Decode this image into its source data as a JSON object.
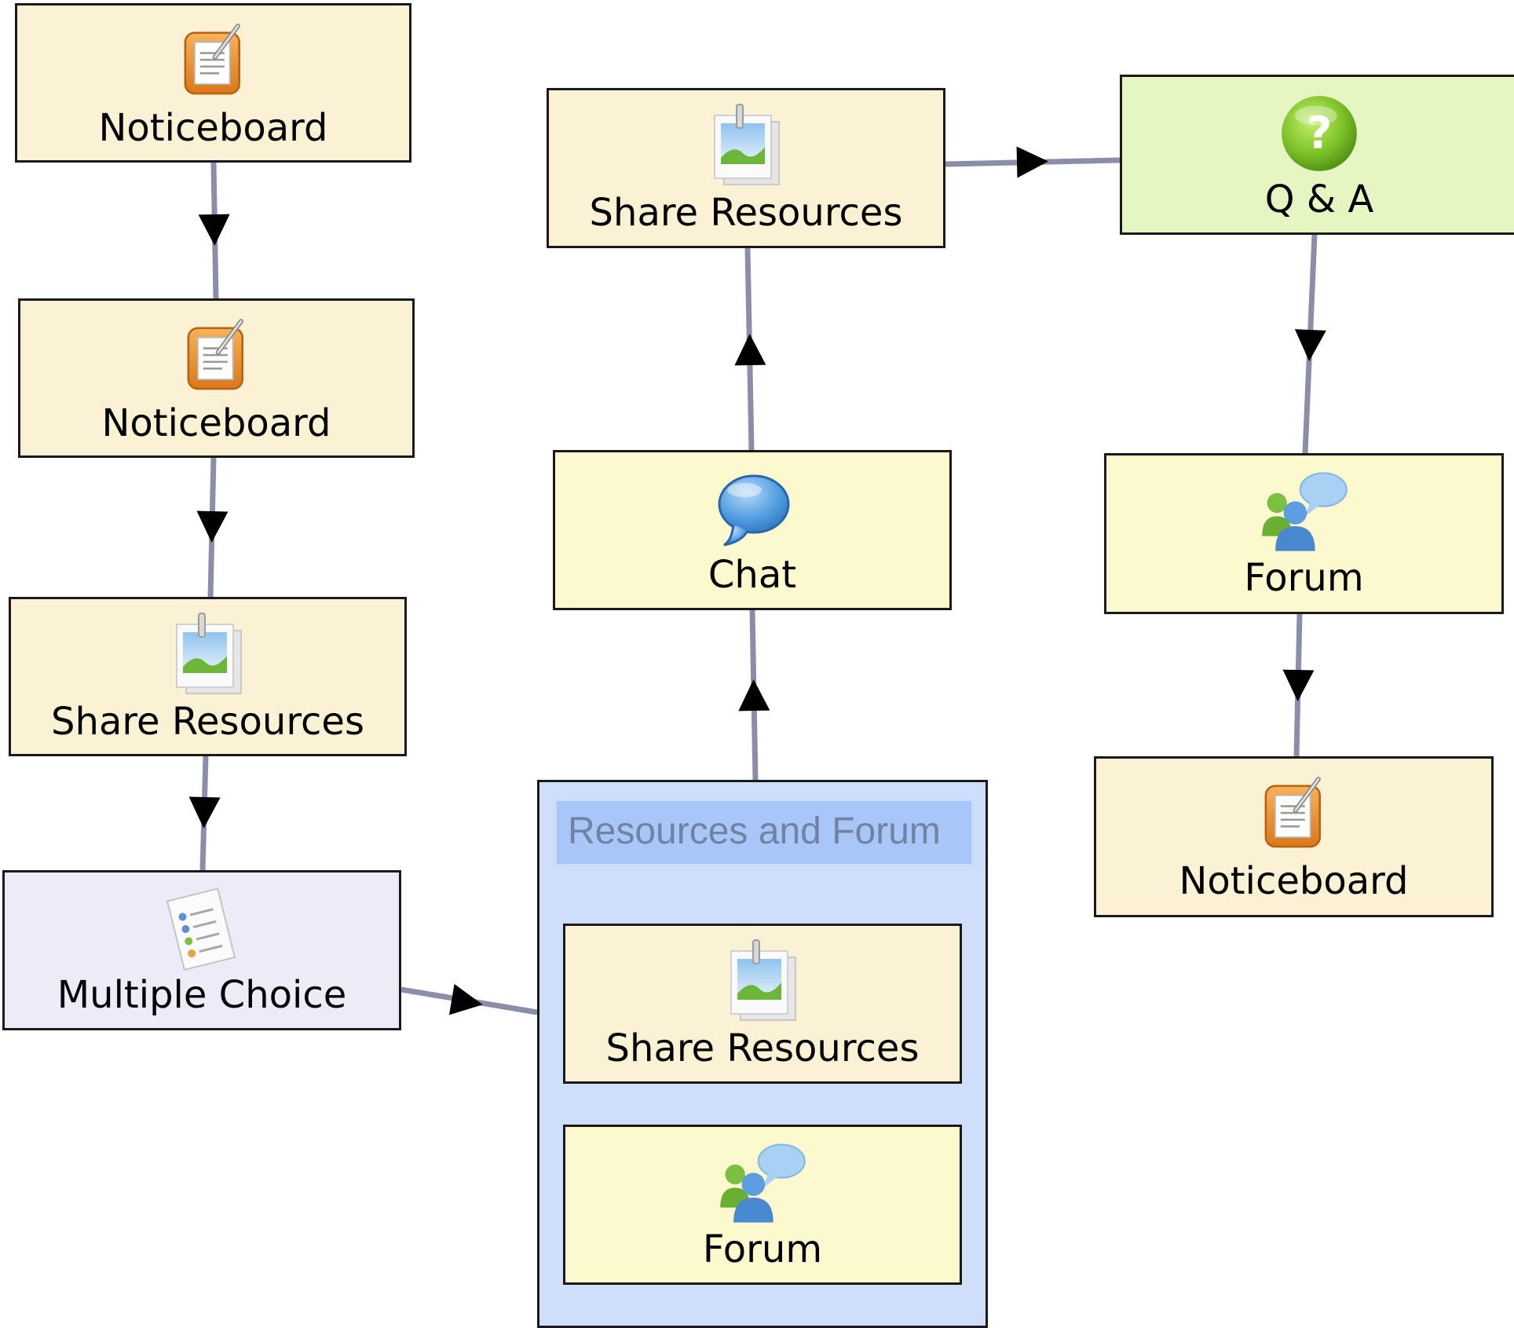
{
  "colors": {
    "connector": "#8a8ea8",
    "arrowhead": "#000000",
    "notice_fill": "#fbf1d4",
    "chat_forum_fill": "#fcf9ce",
    "mc_fill": "#ecebf8",
    "qa_fill": "#e6f6c2",
    "group_fill": "#cfdffb",
    "group_title_fill": "#a9c6f9",
    "group_title_text": "#6f84a3"
  },
  "activities": [
    {
      "id": "notice1",
      "label": "Noticeboard",
      "icon": "noticeboard-icon"
    },
    {
      "id": "notice2",
      "label": "Noticeboard",
      "icon": "noticeboard-icon"
    },
    {
      "id": "share1",
      "label": "Share Resources",
      "icon": "share-resources-icon"
    },
    {
      "id": "mc",
      "label": "Multiple Choice",
      "icon": "multiple-choice-icon"
    },
    {
      "id": "chat",
      "label": "Chat",
      "icon": "chat-icon"
    },
    {
      "id": "share2",
      "label": "Share Resources",
      "icon": "share-resources-icon"
    },
    {
      "id": "qa",
      "label": "Q & A",
      "icon": "question-icon"
    },
    {
      "id": "forum1",
      "label": "Forum",
      "icon": "forum-icon"
    },
    {
      "id": "notice3",
      "label": "Noticeboard",
      "icon": "noticeboard-icon"
    }
  ],
  "group": {
    "title": "Resources and Forum",
    "children": [
      {
        "id": "share3",
        "label": "Share Resources",
        "icon": "share-resources-icon"
      },
      {
        "id": "forum2",
        "label": "Forum",
        "icon": "forum-icon"
      }
    ]
  },
  "transitions": [
    {
      "from": "notice1",
      "to": "notice2"
    },
    {
      "from": "notice2",
      "to": "share1"
    },
    {
      "from": "share1",
      "to": "mc"
    },
    {
      "from": "mc",
      "to": "group"
    },
    {
      "from": "group",
      "to": "chat"
    },
    {
      "from": "chat",
      "to": "share2"
    },
    {
      "from": "share2",
      "to": "qa"
    },
    {
      "from": "qa",
      "to": "forum1"
    },
    {
      "from": "forum1",
      "to": "notice3"
    }
  ]
}
